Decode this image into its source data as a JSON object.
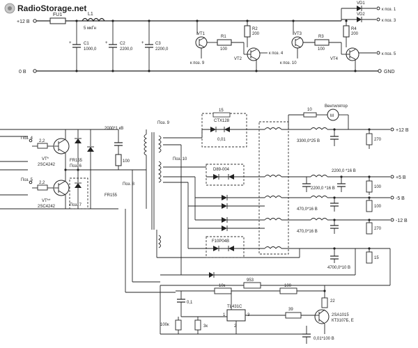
{
  "watermark": {
    "text": "RadioStorage.net"
  },
  "rails": {
    "plus12": "+12 В",
    "zero": "0 В",
    "gnd": "GND"
  },
  "input": {
    "fuse": "FU1",
    "inductor": "L1",
    "inductor_value": "5 мкГн"
  },
  "caps_in": [
    {
      "ref": "C1",
      "value": "1000,0"
    },
    {
      "ref": "C2",
      "value": "2200,0"
    },
    {
      "ref": "C3",
      "value": "2200,0"
    }
  ],
  "drivers": {
    "vt1": "VT1",
    "r1": "R1",
    "r1_val": "100",
    "r2": "R2",
    "r2_val": "200",
    "vt2": "VT2",
    "to_pos4": "к поз. 4",
    "to_pos9": "к поз. 9",
    "vt3": "VT3",
    "r3": "R3",
    "r3_val": "100",
    "r4": "R4",
    "r4_val": "200",
    "vt4": "VT4",
    "to_pos10": "к поз. 10"
  },
  "diodes_top": [
    {
      "ref": "VD1",
      "dest": "к поз. 1"
    },
    {
      "ref": "VD2",
      "dest": "к поз. 3"
    }
  ],
  "to_pos5": "к поз. 5",
  "power_stage": {
    "pos4": "Поз. 4",
    "pos5": "Поз. 5",
    "r22a": "2,2",
    "r22b": "2,2",
    "vta": "VT*",
    "vta_type": "2SC4242",
    "vtb": "VT**",
    "vtb_type": "2SC4242",
    "fr155a": "FR155",
    "fr155b": "FR155",
    "pos6": "Поз. 6",
    "pos7": "Поз. 7"
  },
  "snubber": {
    "cap": "2000*1 кВ",
    "res": "100"
  },
  "transformer": {
    "pos9": "Поз. 9",
    "pos8": "Поз. 8",
    "pos10": "Поз. 10"
  },
  "rectifiers": {
    "r15": "15",
    "ctx": "CTX128",
    "c001": "0,01",
    "d89": "D89-004",
    "f10": "F10P04B"
  },
  "fan": {
    "r10": "10",
    "label": "Вентилятор",
    "motor": "M"
  },
  "outputs": [
    {
      "v": "+12 В",
      "cap": "3300,0*25 В",
      "load": "270"
    },
    {
      "v": "+5 В",
      "cap": "2200,0 *16 В",
      "cap2": "2200,0 *16 В",
      "load": "100"
    },
    {
      "v": "-5 В",
      "cap": "470,0*16 В",
      "load": "100"
    },
    {
      "v": "-12 В",
      "cap": "470,0*16 В",
      "load": "270"
    }
  ],
  "aux": {
    "cap": "4700,0*10 В",
    "load": "15"
  },
  "feedback": {
    "r953": "953",
    "r10k": "10к",
    "r100": "100",
    "c01": "0,1",
    "tl": "TL431C",
    "pin1": "1",
    "pin2": "2",
    "pin3": "3",
    "r100k": "100к",
    "r3k": "3к",
    "r39": "39",
    "r22": "22",
    "q": "2SA1015",
    "q2": "КТ3107Б, Е",
    "cap": "0,01*100 В"
  }
}
